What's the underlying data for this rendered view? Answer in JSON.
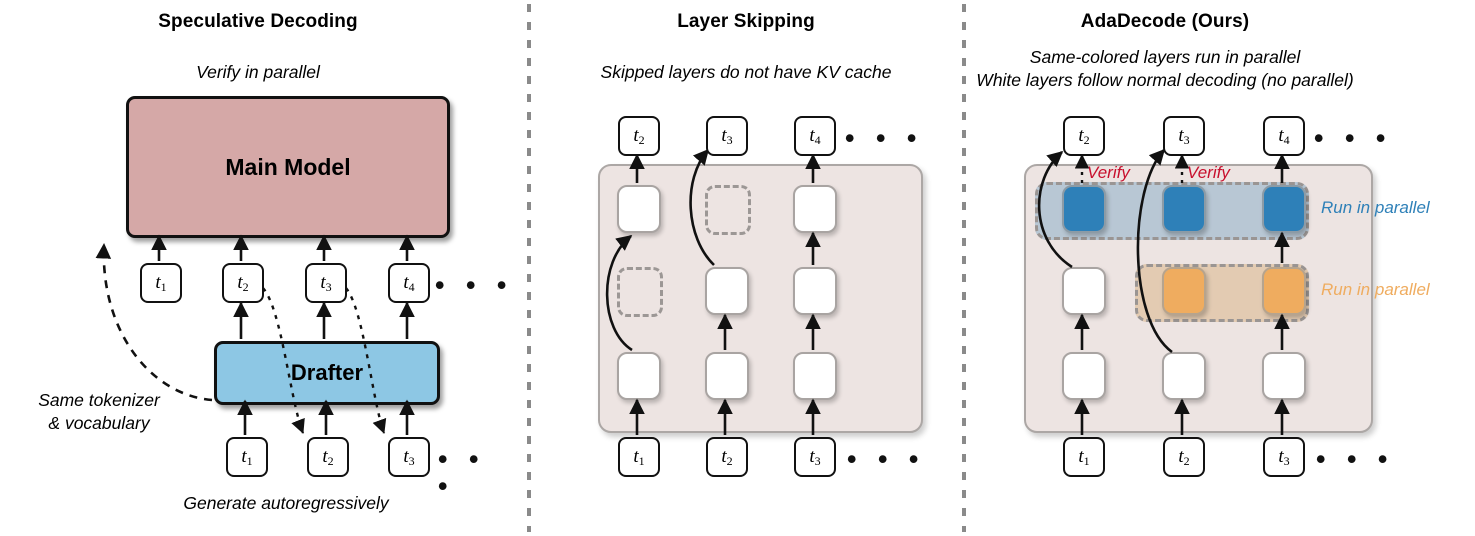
{
  "colors": {
    "main_model_fill": "#D5A8A7",
    "drafter_fill": "#8DC7E4",
    "grid_bg": "#EDE4E2",
    "blue_layer": "#2E80B8",
    "orange_layer": "#EFAC5F",
    "blue_band": "#B8C7D4",
    "orange_band": "#E3CBB2",
    "verify_red": "#C8102E",
    "blue_label": "#2E80B8",
    "orange_label": "#EFAC5F",
    "divider": "#8A8A8A"
  },
  "panels": {
    "speculative": {
      "title": "Speculative Decoding",
      "subtitle": "Verify in parallel",
      "main_model_label": "Main Model",
      "drafter_label": "Drafter",
      "top_tokens": [
        "t1",
        "t2",
        "t3",
        "t4"
      ],
      "top_token_subs": [
        "1",
        "2",
        "3",
        "4"
      ],
      "bottom_tokens": [
        "t1",
        "t2",
        "t3"
      ],
      "bottom_token_subs": [
        "1",
        "2",
        "3"
      ],
      "ellipsis": "• • •",
      "side_note": "Same tokenizer\n& vocabulary",
      "side_note_line1": "Same tokenizer",
      "side_note_line2": "& vocabulary",
      "bottom_note": "Generate autoregressively"
    },
    "layer_skipping": {
      "title": "Layer Skipping",
      "subtitle": "Skipped layers do not have KV cache",
      "output_tokens": [
        "t2",
        "t3",
        "t4"
      ],
      "output_token_subs": [
        "2",
        "3",
        "4"
      ],
      "input_tokens": [
        "t1",
        "t2",
        "t3"
      ],
      "input_token_subs": [
        "1",
        "2",
        "3"
      ],
      "ellipsis": "• • •",
      "grid": {
        "rows": 3,
        "cols": 3,
        "cells": [
          [
            "normal",
            "normal",
            "normal"
          ],
          [
            "skipped",
            "normal",
            "normal"
          ],
          [
            "normal",
            "skipped",
            "normal"
          ]
        ]
      }
    },
    "adadecode": {
      "title": "AdaDecode (Ours)",
      "subtitle_line1": "Same-colored layers run in parallel",
      "subtitle_line2": "White layers follow normal decoding (no parallel)",
      "output_tokens": [
        "t2",
        "t3",
        "t4"
      ],
      "output_token_subs": [
        "2",
        "3",
        "4"
      ],
      "input_tokens": [
        "t1",
        "t2",
        "t3"
      ],
      "input_token_subs": [
        "1",
        "2",
        "3"
      ],
      "ellipsis": "• • •",
      "verify_labels": [
        "Verify",
        "Verify"
      ],
      "band_labels": {
        "blue": "Run in parallel",
        "orange": "Run in parallel"
      },
      "grid": {
        "rows": 3,
        "cols": 3,
        "cells": [
          [
            "normal",
            "normal",
            "normal"
          ],
          [
            "normal",
            "orange",
            "orange"
          ],
          [
            "blue",
            "blue",
            "blue"
          ]
        ]
      }
    }
  }
}
